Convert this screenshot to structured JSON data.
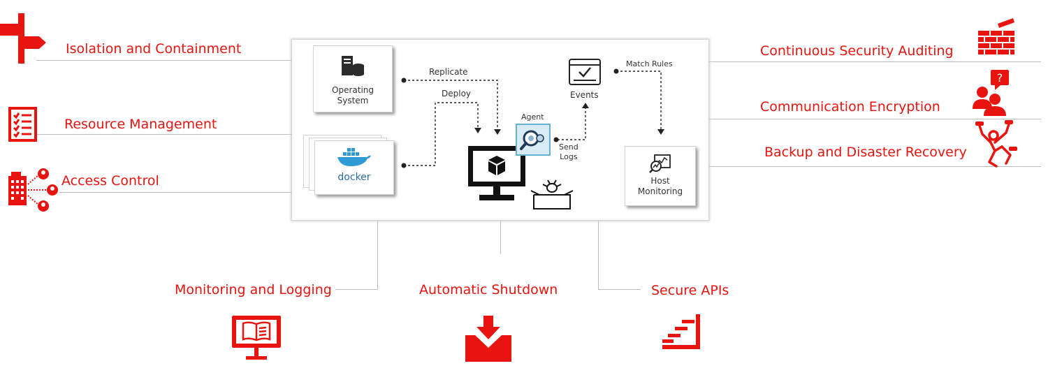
{
  "colors": {
    "accent": "#e8140f",
    "connector": "#bdbdbd",
    "diagram_text": "#333333"
  },
  "features": {
    "left": [
      {
        "label": "Isolation and Containment",
        "icon": "signpost-icon"
      },
      {
        "label": "Resource Management",
        "icon": "checklist-icon"
      },
      {
        "label": "Access Control",
        "icon": "building-users-icon"
      }
    ],
    "right": [
      {
        "label": "Continuous Security Auditing",
        "icon": "brick-wall-icon"
      },
      {
        "label": "Communication Encryption",
        "icon": "people-question-icon"
      },
      {
        "label": "Backup and Disaster Recovery",
        "icon": "falling-person-icon"
      }
    ],
    "bottom": [
      {
        "label": "Monitoring and Logging",
        "icon": "monitor-book-icon"
      },
      {
        "label": "Automatic Shutdown",
        "icon": "inbox-download-icon"
      },
      {
        "label": "Secure APIs",
        "icon": "stairs-icon"
      }
    ]
  },
  "diagram": {
    "operating_system": "Operating\nSystem",
    "docker": "docker",
    "replicate": "Replicate",
    "deploy": "Deploy",
    "agent": "Agent",
    "send_logs": "Send\nLogs",
    "events": "Events",
    "match_rules": "Match Rules",
    "host_monitoring": "Host\nMonitoring"
  }
}
